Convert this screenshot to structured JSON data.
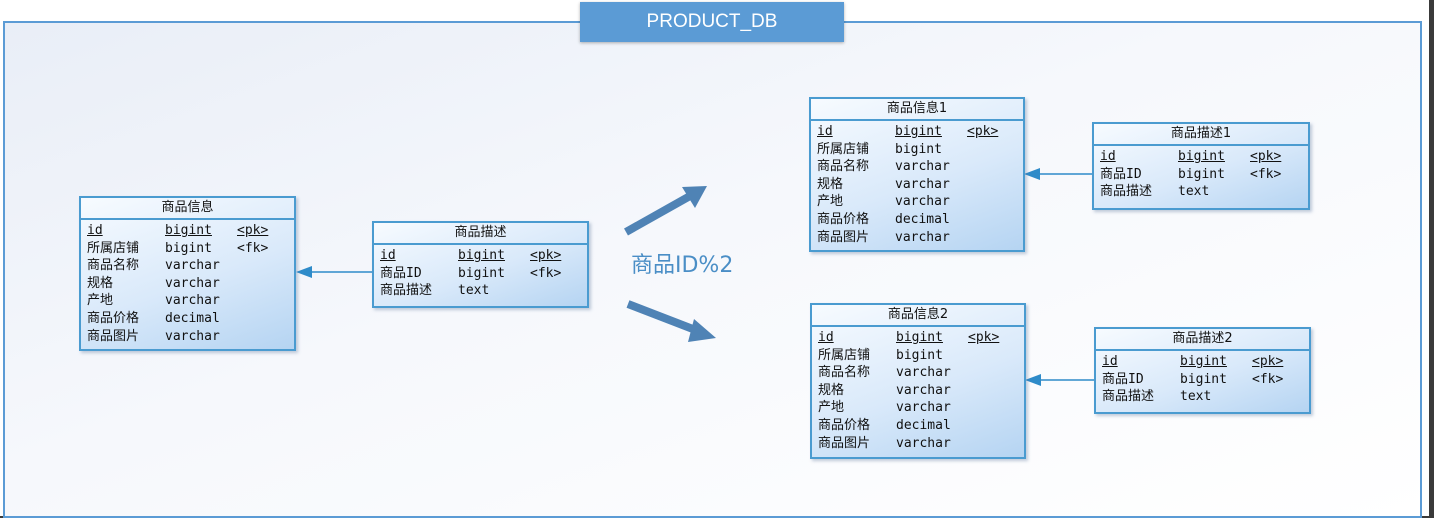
{
  "db_name": "PRODUCT_DB",
  "shard_rule": "商品ID%2",
  "colors": {
    "accent": "#5b9bd5",
    "entity_border": "#4a9bd0",
    "arrow": "#4f83b5"
  },
  "entities": {
    "info": {
      "title": "商品信息",
      "rows": [
        [
          "id",
          "bigint",
          "<pk>"
        ],
        [
          "所属店铺",
          "bigint",
          "<fk>"
        ],
        [
          "商品名称",
          "varchar",
          ""
        ],
        [
          "规格",
          "varchar",
          ""
        ],
        [
          "产地",
          "varchar",
          ""
        ],
        [
          "商品价格",
          "decimal",
          ""
        ],
        [
          "商品图片",
          "varchar",
          ""
        ]
      ]
    },
    "desc": {
      "title": "商品描述",
      "rows": [
        [
          "id",
          "bigint",
          "<pk>"
        ],
        [
          "商品ID",
          "bigint",
          "<fk>"
        ],
        [
          "商品描述",
          "text",
          ""
        ]
      ]
    },
    "info1": {
      "title": "商品信息1",
      "rows": [
        [
          "id",
          "bigint",
          "<pk>"
        ],
        [
          "所属店铺",
          "bigint",
          ""
        ],
        [
          "商品名称",
          "varchar",
          ""
        ],
        [
          "规格",
          "varchar",
          ""
        ],
        [
          "产地",
          "varchar",
          ""
        ],
        [
          "商品价格",
          "decimal",
          ""
        ],
        [
          "商品图片",
          "varchar",
          ""
        ]
      ]
    },
    "desc1": {
      "title": "商品描述1",
      "rows": [
        [
          "id",
          "bigint",
          "<pk>"
        ],
        [
          "商品ID",
          "bigint",
          "<fk>"
        ],
        [
          "商品描述",
          "text",
          ""
        ]
      ]
    },
    "info2": {
      "title": "商品信息2",
      "rows": [
        [
          "id",
          "bigint",
          "<pk>"
        ],
        [
          "所属店铺",
          "bigint",
          ""
        ],
        [
          "商品名称",
          "varchar",
          ""
        ],
        [
          "规格",
          "varchar",
          ""
        ],
        [
          "产地",
          "varchar",
          ""
        ],
        [
          "商品价格",
          "decimal",
          ""
        ],
        [
          "商品图片",
          "varchar",
          ""
        ]
      ]
    },
    "desc2": {
      "title": "商品描述2",
      "rows": [
        [
          "id",
          "bigint",
          "<pk>"
        ],
        [
          "商品ID",
          "bigint",
          "<fk>"
        ],
        [
          "商品描述",
          "text",
          ""
        ]
      ]
    }
  }
}
